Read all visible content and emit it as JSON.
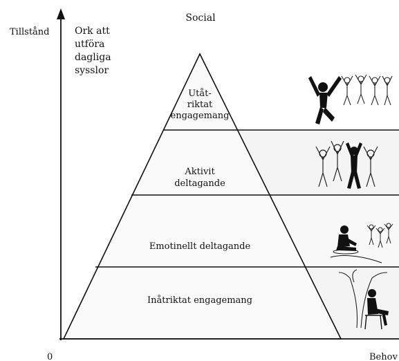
{
  "axis": {
    "y_label": "Tillstånd",
    "y_caption": "Ork att\nutföra\ndagliga\nsysslor",
    "x_label": "Behov",
    "origin": "0"
  },
  "pyramid": {
    "top_label": "Social",
    "levels": [
      {
        "label": "Utåt-\nriktat\nengagemang",
        "illustration": "one-person-jumping-with-cheering-crowd"
      },
      {
        "label": "Aktivit\ndeltagande",
        "illustration": "group-of-people-with-raised-arms"
      },
      {
        "label": "Emotinellt deltagande",
        "illustration": "person-sitting-watching-group"
      },
      {
        "label": "Inåtriktat engagemang",
        "illustration": "person-sitting-alone-on-chair-under-tree"
      }
    ]
  },
  "colors": {
    "line": "#111111",
    "band_fill": "#f6f6f6",
    "silhouette": "#111111"
  }
}
